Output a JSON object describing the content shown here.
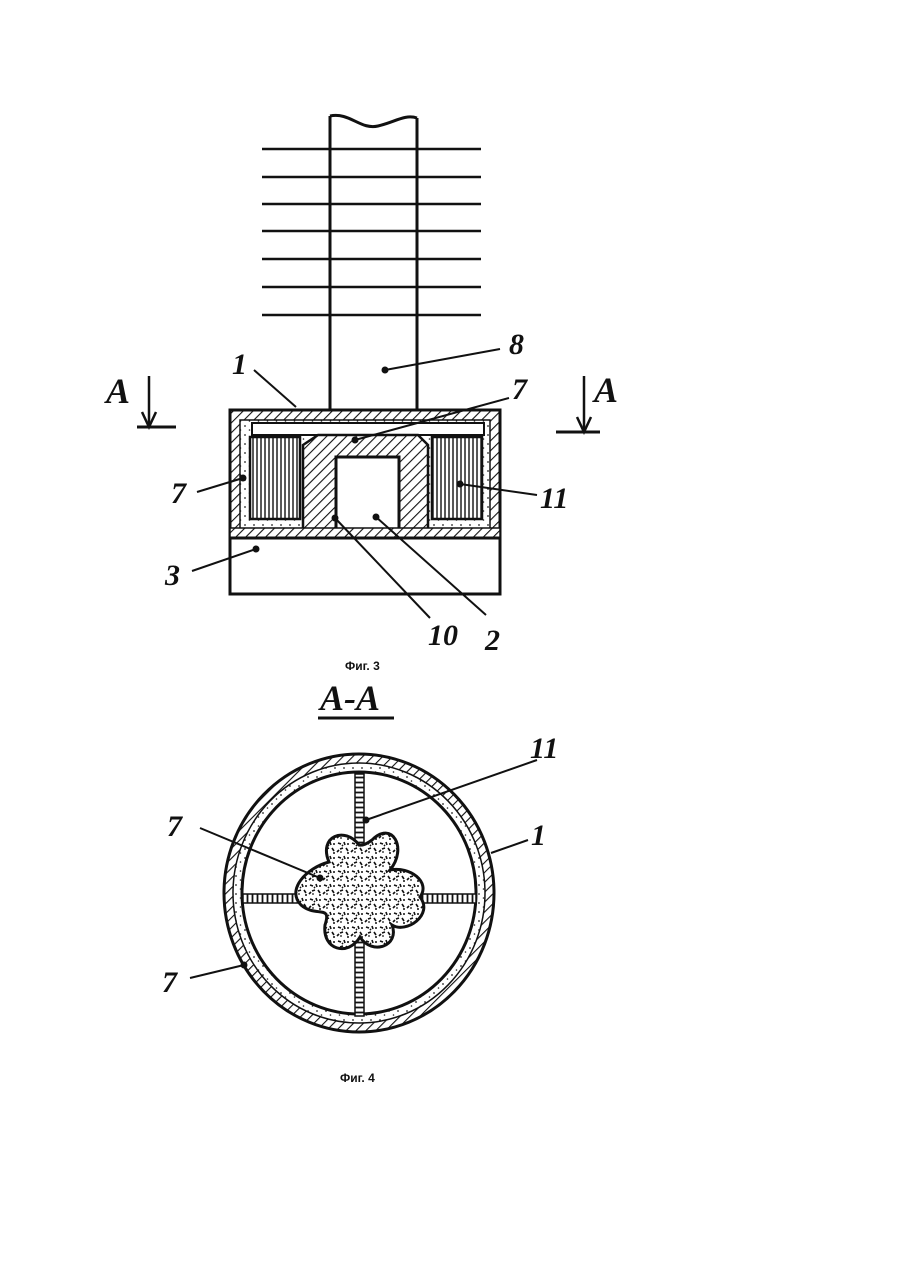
{
  "figure3": {
    "caption": "Фиг. 3",
    "section_marker": "A",
    "labels": {
      "l1": "1",
      "l8": "8",
      "l7_top": "7",
      "l7_left": "7",
      "l11": "11",
      "l3": "3",
      "l10": "10",
      "l2": "2"
    }
  },
  "figure4": {
    "caption": "Фиг. 4",
    "section_title": "A-A",
    "labels": {
      "l11": "11",
      "l7_inner": "7",
      "l1": "1",
      "l7_outer": "7"
    }
  }
}
